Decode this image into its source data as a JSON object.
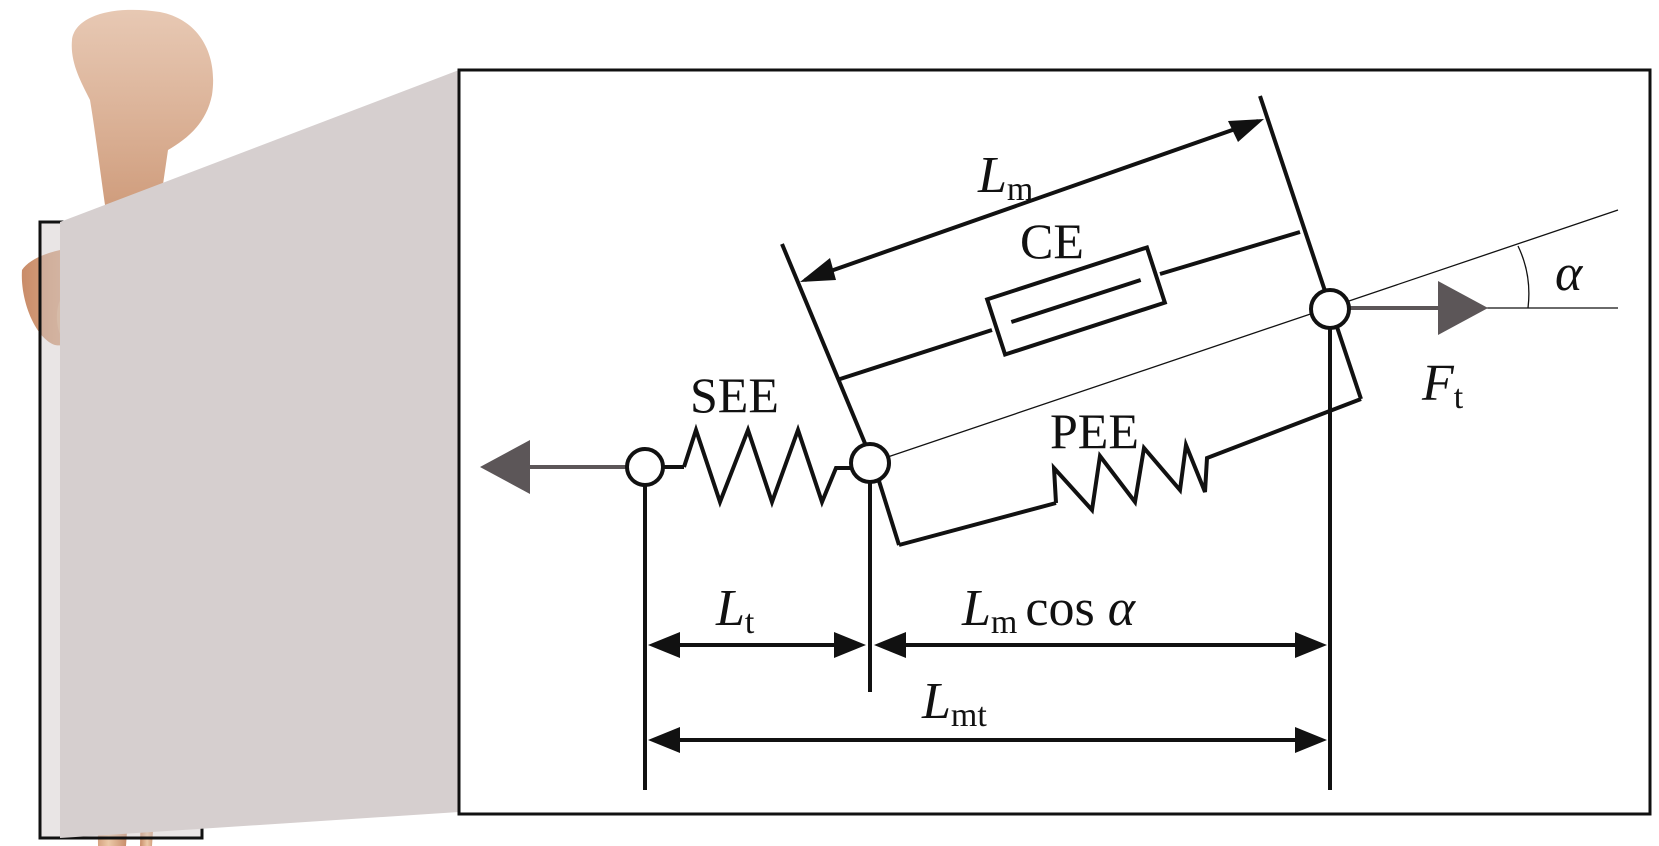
{
  "labels": {
    "lm_main": "L",
    "lm_sub": "m",
    "ce": "CE",
    "see": "SEE",
    "pee": "PEE",
    "alpha": "α",
    "ft_main": "F",
    "ft_sub": "t",
    "lt_main": "L",
    "lt_sub": "t",
    "lmcos_main": "L",
    "lmcos_sub": "m",
    "lmcos_rest": "cos ",
    "lmcos_alpha": "α",
    "lmt_main": "L",
    "lmt_sub": "mt"
  },
  "colors": {
    "line": "#111111",
    "arrow_grey": "#5c5658",
    "zoom_fill": "#d6cfcf",
    "bone": "#e8c7a6",
    "bone_shadow": "#c9916e",
    "muscle": "#a45757",
    "cartilage": "#8fa3cf"
  },
  "illustration": {
    "name": "leg-bones-and-muscle-illustration"
  }
}
